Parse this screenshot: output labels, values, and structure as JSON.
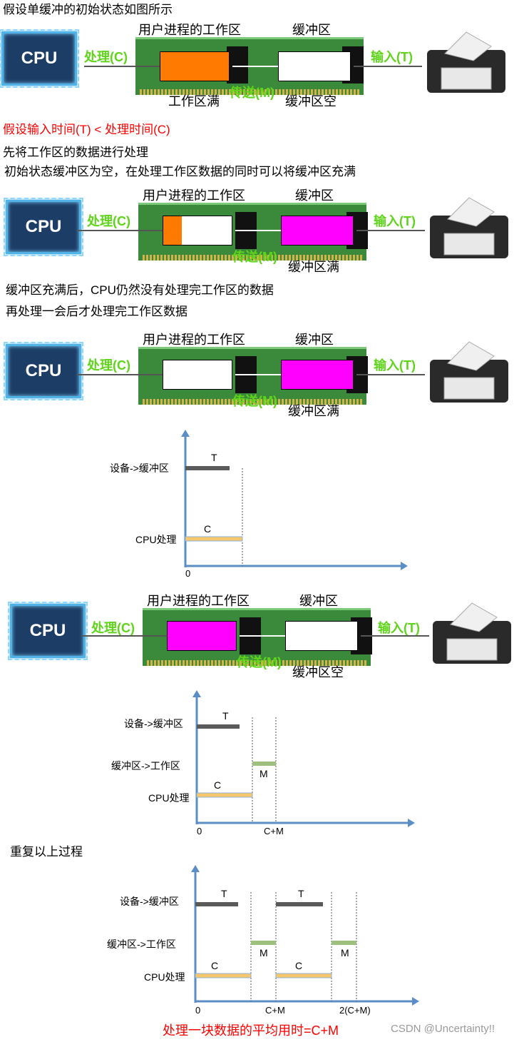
{
  "texts": {
    "intro": "假设单缓冲的初始状态如图所示",
    "assume": "假设输入时间(T) < 处理时间(C)",
    "step1": "先将工作区的数据进行处理",
    "step2": "初始状态缓冲区为空，在处理工作区数据的同时可以将缓冲区充满",
    "after1": "缓冲区充满后，CPU仍然没有处理完工作区的数据",
    "after2": "再处理一会后才处理完工作区数据",
    "repeat": "重复以上过程",
    "conclusion": "处理一块数据的平均用时=C+M",
    "watermark": "CSDN @Uncertainty!!"
  },
  "diagram": {
    "cpu": "CPU",
    "process": "处理(C)",
    "transfer": "传送(M)",
    "input": "输入(T)",
    "work_area": "用户进程的工作区",
    "buffer": "缓冲区",
    "work_full": "工作区满",
    "buffer_empty": "缓冲区空",
    "buffer_full": "缓冲区满"
  },
  "colors": {
    "orange": "#ff7a00",
    "magenta": "#ff00ff",
    "white": "#ffffff",
    "green_text": "#5fd41a",
    "axis": "#5b8ec7",
    "bar_T": "#5a5a5a",
    "bar_C": "#f6c76b",
    "bar_M": "#9fbf7f"
  },
  "chart_data": [
    {
      "type": "gantt",
      "rows": [
        "设备->缓冲区",
        "CPU处理"
      ],
      "bars": [
        {
          "row": "设备->缓冲区",
          "label": "T",
          "start": 0,
          "end": "T"
        },
        {
          "row": "CPU处理",
          "label": "C",
          "start": 0,
          "end": "C"
        }
      ],
      "xticks": [
        "0"
      ]
    },
    {
      "type": "gantt",
      "rows": [
        "设备->缓冲区",
        "缓冲区->工作区",
        "CPU处理"
      ],
      "bars": [
        {
          "row": "设备->缓冲区",
          "label": "T",
          "start": 0,
          "end": "T"
        },
        {
          "row": "缓冲区->工作区",
          "label": "M",
          "start": "C",
          "end": "C+M"
        },
        {
          "row": "CPU处理",
          "label": "C",
          "start": 0,
          "end": "C"
        }
      ],
      "xticks": [
        "0",
        "C+M"
      ]
    },
    {
      "type": "gantt",
      "rows": [
        "设备->缓冲区",
        "缓冲区->工作区",
        "CPU处理"
      ],
      "bars": [
        {
          "row": "设备->缓冲区",
          "label": "T",
          "start": 0,
          "end": "T"
        },
        {
          "row": "设备->缓冲区",
          "label": "T",
          "start": "C+M",
          "end": "C+M+T"
        },
        {
          "row": "缓冲区->工作区",
          "label": "M",
          "start": "C",
          "end": "C+M"
        },
        {
          "row": "缓冲区->工作区",
          "label": "M",
          "start": "2C+M",
          "end": "2(C+M)"
        },
        {
          "row": "CPU处理",
          "label": "C",
          "start": 0,
          "end": "C"
        },
        {
          "row": "CPU处理",
          "label": "C",
          "start": "C+M",
          "end": "2C+M"
        }
      ],
      "xticks": [
        "0",
        "C+M",
        "2(C+M)"
      ]
    }
  ]
}
